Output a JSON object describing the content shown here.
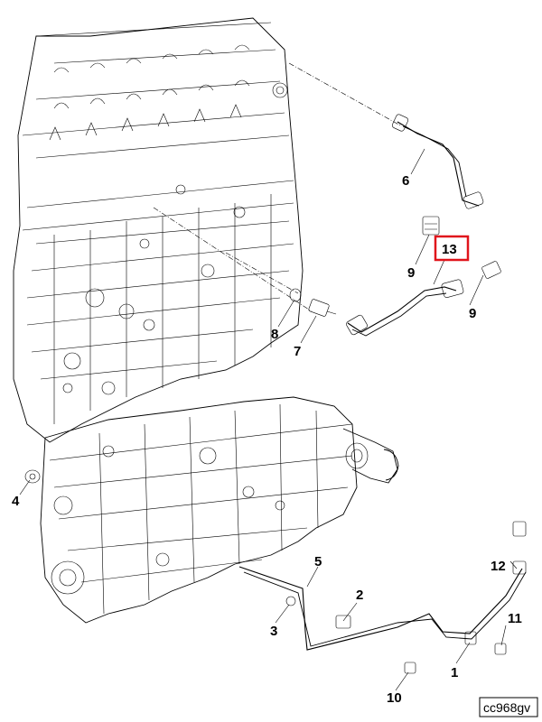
{
  "callouts": {
    "c1": "1",
    "c2": "2",
    "c3": "3",
    "c4": "4",
    "c5": "5",
    "c6": "6",
    "c7": "7",
    "c8": "8",
    "c9a": "9",
    "c9b": "9",
    "c10": "10",
    "c11": "11",
    "c12": "12",
    "c13": "13"
  },
  "highlight_color": "#e0141b",
  "reference_code": "cc968gv"
}
